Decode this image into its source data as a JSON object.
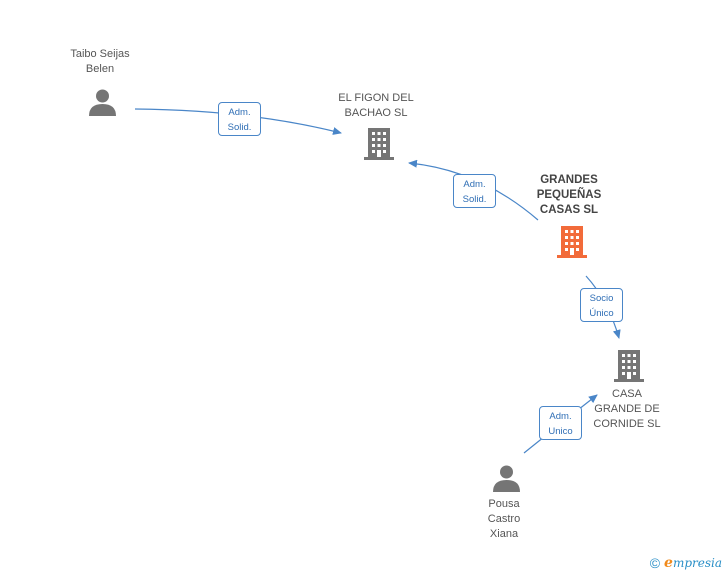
{
  "nodes": {
    "taibo": {
      "name_lines": [
        "Taibo Seijas",
        "Belen"
      ],
      "type": "person"
    },
    "figon": {
      "name_lines": [
        "EL FIGON DEL",
        "BACHAO SL"
      ],
      "type": "company"
    },
    "grandes": {
      "name_lines": [
        "GRANDES",
        "PEQUEÑAS",
        "CASAS SL"
      ],
      "type": "company",
      "highlight": true
    },
    "casa": {
      "name_lines": [
        "CASA",
        "GRANDE DE",
        "CORNIDE SL"
      ],
      "type": "company"
    },
    "pousa": {
      "name_lines": [
        "Pousa",
        "Castro",
        "Xiana"
      ],
      "type": "person"
    }
  },
  "edges": {
    "taibo_figon": {
      "label_lines": [
        "Adm.",
        "Solid."
      ]
    },
    "grandes_figon": {
      "label_lines": [
        "Adm.",
        "Solid."
      ]
    },
    "grandes_casa": {
      "label_lines": [
        "Socio",
        "Único"
      ]
    },
    "pousa_casa": {
      "label_lines": [
        "Adm.",
        "Unico"
      ]
    }
  },
  "colors": {
    "edge": "#4a86c8",
    "icon": "#757575",
    "highlight_icon": "#f26b3a"
  },
  "icons": {
    "person": "person-icon",
    "company": "building-icon"
  },
  "brand": {
    "symbol": "©",
    "initial": "e",
    "name": "mpresia"
  }
}
